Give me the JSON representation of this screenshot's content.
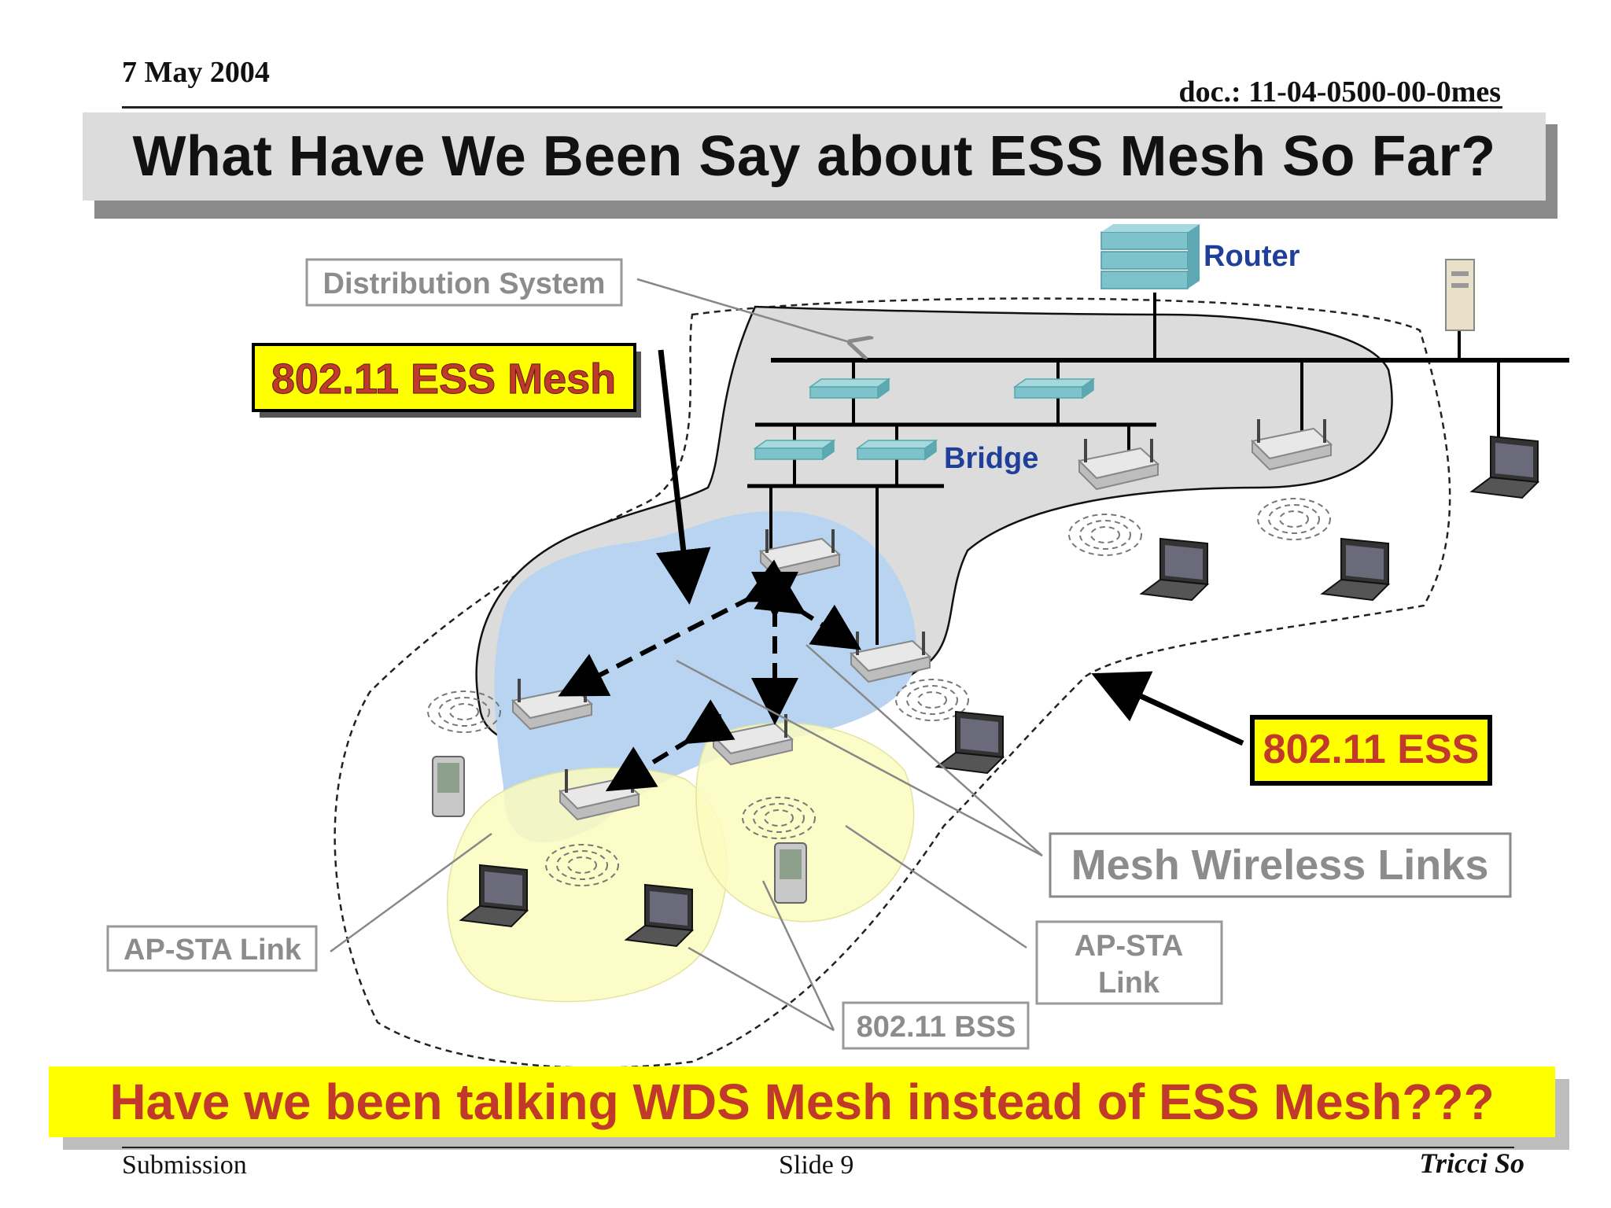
{
  "header": {
    "date": "7 May 2004",
    "doc": "doc.: 11-04-0500-00-0mes"
  },
  "title": "What Have We Been Say about ESS Mesh So Far?",
  "labels": {
    "distribution_system": "Distribution System",
    "ess_mesh": "802.11 ESS Mesh",
    "router": "Router",
    "bridge": "Bridge",
    "ess": "802.11 ESS",
    "mesh_wireless_links": "Mesh Wireless Links",
    "ap_sta_link_left": "AP-STA Link",
    "ap_sta_link_right_1": "AP-STA",
    "ap_sta_link_right_2": "Link",
    "bss": "802.11 BSS"
  },
  "banner": "Have we been talking WDS Mesh instead of ESS Mesh???",
  "footer": {
    "submission": "Submission",
    "slide": "Slide 9",
    "author": "Tricci So"
  },
  "colors": {
    "ds_fill": "#dcdcdc",
    "mesh_fill": "#b8d4f0",
    "bss_fill": "#fbfbbf",
    "label_yellow": "#ffff00",
    "label_red": "#c0392b",
    "blue_text": "#1f3f99",
    "gray_text": "#8c8c8c"
  }
}
